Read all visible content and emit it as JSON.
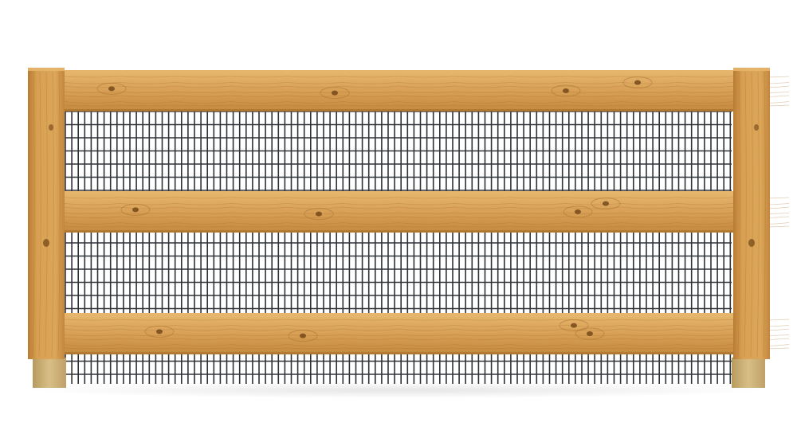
{
  "scene": {
    "subject": "wood-post-and-rail-fence-with-welded-wire-mesh",
    "background_color": "#ffffff",
    "wood_color": "#d39a4a",
    "wood_dark_color": "#a8702c",
    "wood_light_color": "#e6b56c",
    "knot_color": "#6e4416",
    "mesh_color": "#2e3338",
    "post_footing_color": "#c6a86e",
    "rail_count": 3,
    "post_count": 2
  }
}
